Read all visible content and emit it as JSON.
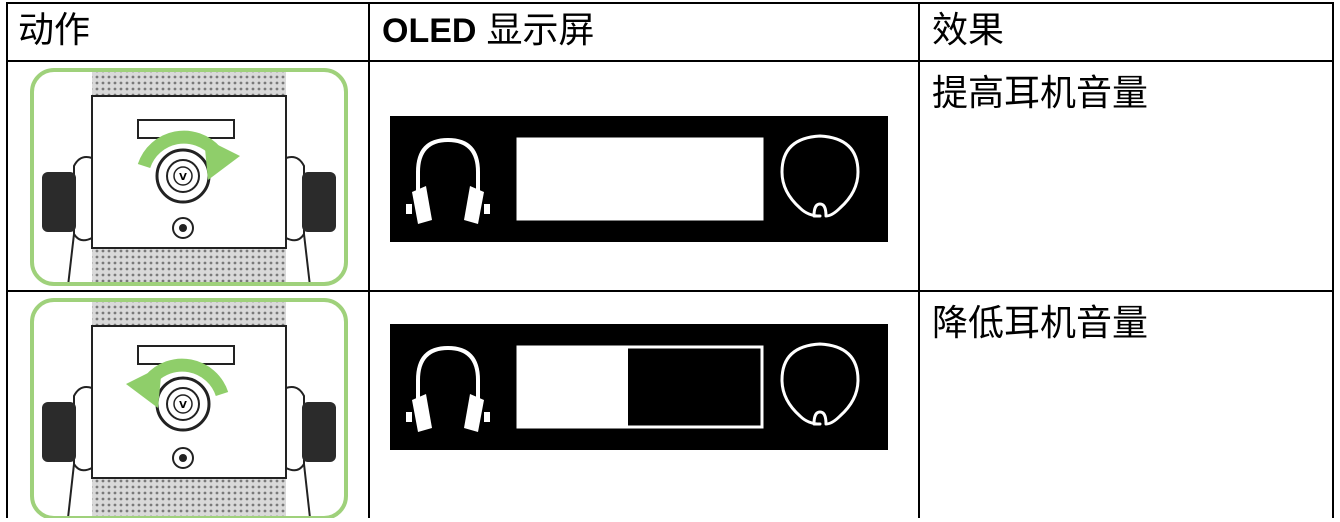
{
  "table": {
    "headers": {
      "action": "动作",
      "oled_prefix": "OLED",
      "oled_suffix": "显示屏",
      "effect": "效果"
    },
    "rows": [
      {
        "rotation": "clockwise",
        "volume_bar_fill": 1.0,
        "effect": "提高耳机音量"
      },
      {
        "rotation": "counterclockwise",
        "volume_bar_fill": 0.45,
        "effect": "降低耳机音量"
      }
    ]
  },
  "colors": {
    "highlight_frame": "#9fd17b",
    "arrow": "#8fce6a",
    "oled_background": "#000000",
    "oled_foreground": "#ffffff"
  },
  "icons": [
    "headphones-icon",
    "ear-icon",
    "volume-knob-icon",
    "mic-mute-icon"
  ]
}
